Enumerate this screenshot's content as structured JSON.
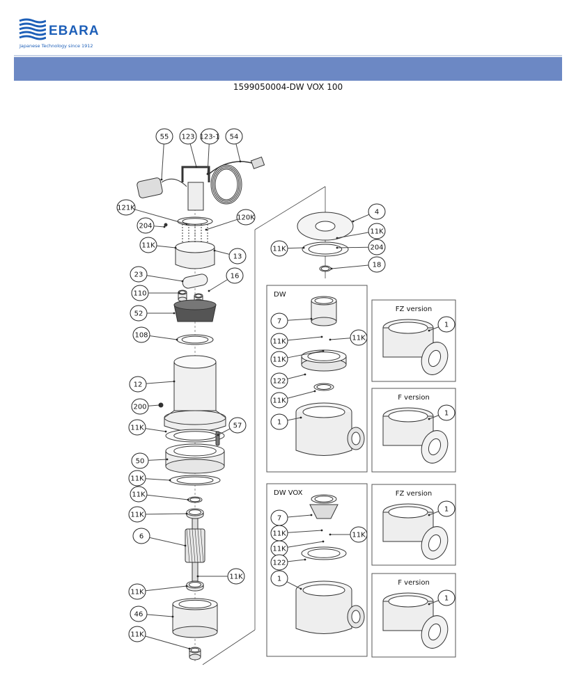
{
  "header": {
    "brand": "EBARA",
    "tagline": "Japanese Technology since 1912",
    "brand_color": "#1d5fb8",
    "banner_color": "#6c88c4"
  },
  "document": {
    "title": "1599050004-DW VOX 100"
  },
  "diagram": {
    "main_labels": [
      "55",
      "123",
      "123-1",
      "54",
      "121K",
      "120K",
      "204",
      "11K",
      "13",
      "23",
      "16",
      "110",
      "52",
      "108",
      "12",
      "200",
      "11K",
      "57",
      "50",
      "11K",
      "11K",
      "11K",
      "6",
      "11K",
      "11K",
      "46",
      "11K"
    ],
    "upper_labels": [
      "4",
      "11K",
      "11K",
      "204",
      "18"
    ],
    "boxes": [
      {
        "title": "DW",
        "labels": [
          "7",
          "11K",
          "11K",
          "11K",
          "122",
          "11K",
          "1"
        ]
      },
      {
        "title": "FZ version",
        "labels": [
          "1"
        ]
      },
      {
        "title": "F version",
        "labels": [
          "1"
        ]
      },
      {
        "title": "DW VOX",
        "labels": [
          "7",
          "11K",
          "11K",
          "11K",
          "122",
          "1"
        ]
      },
      {
        "title": "FZ version",
        "labels": [
          "1"
        ]
      },
      {
        "title": "F version",
        "labels": [
          "1"
        ]
      }
    ]
  }
}
